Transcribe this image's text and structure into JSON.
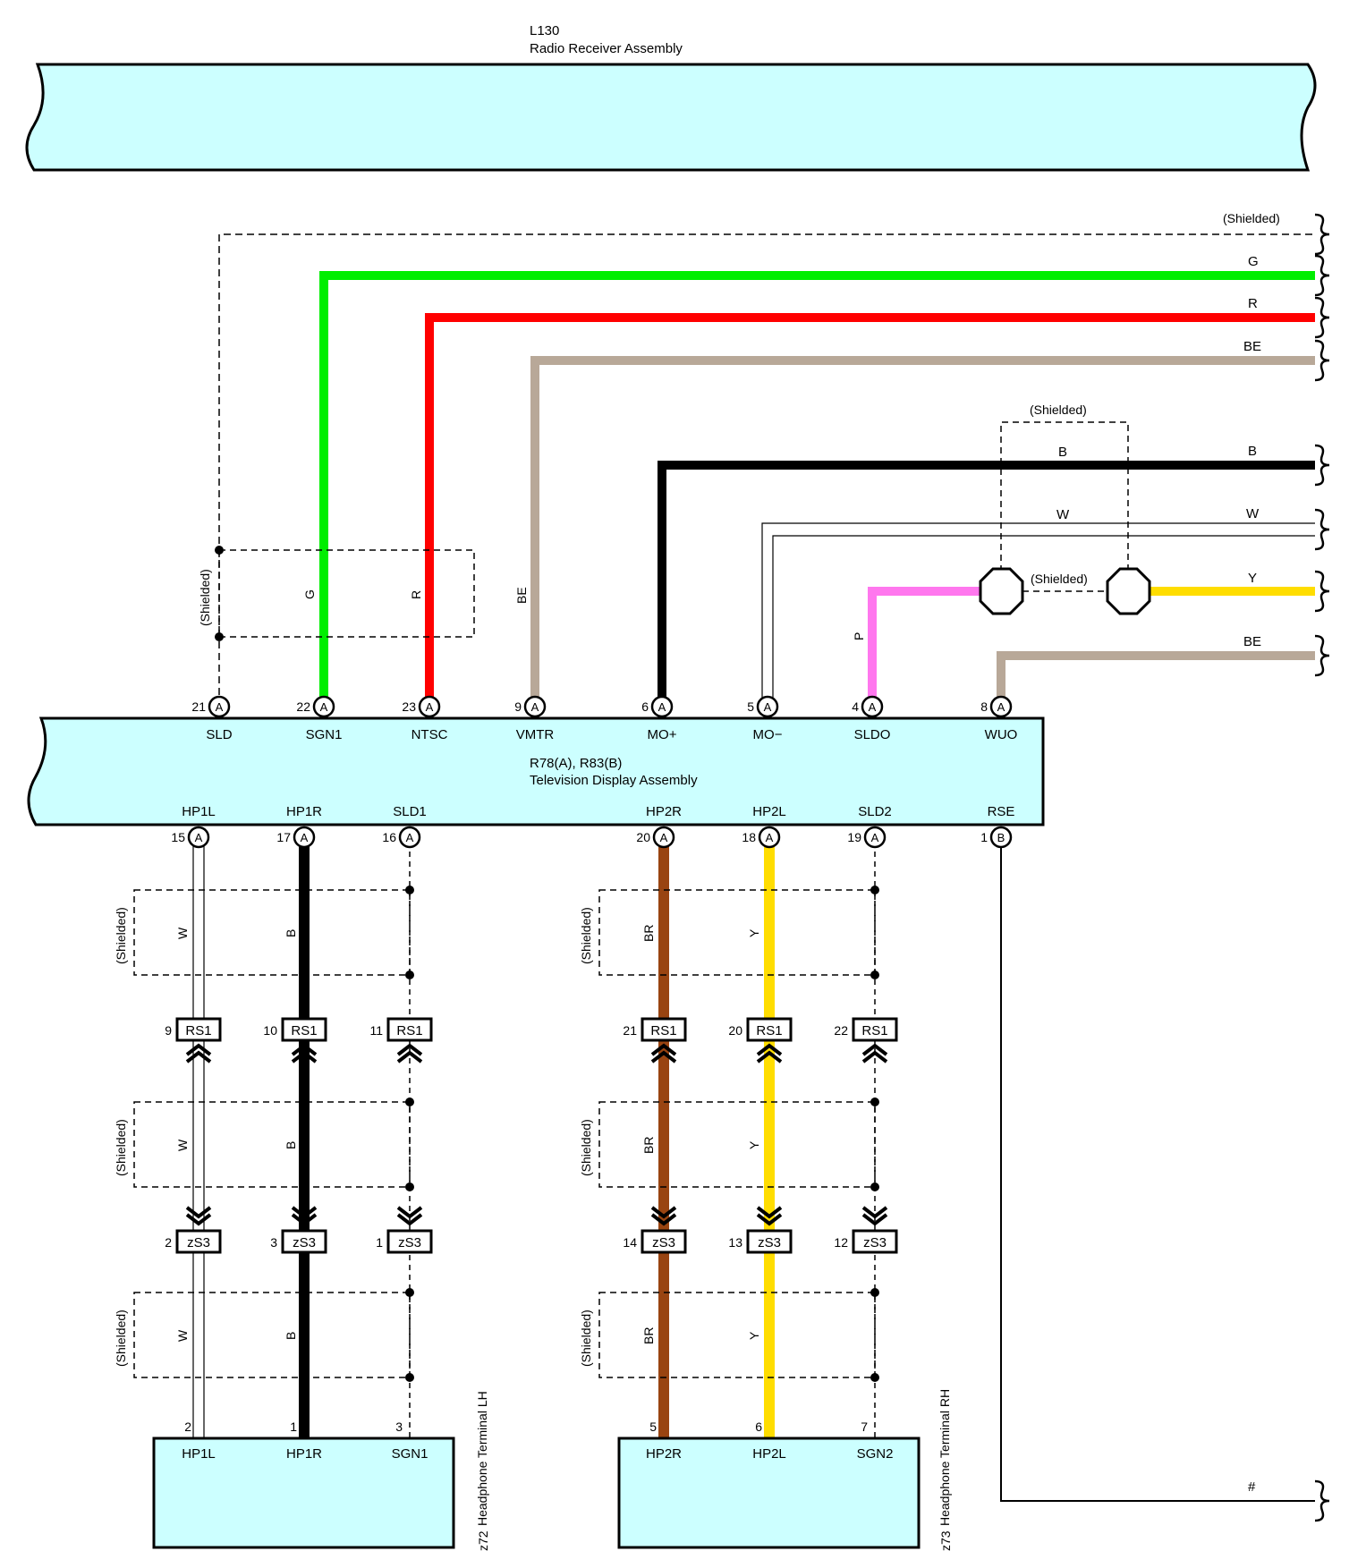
{
  "radio": {
    "code": "L130",
    "name": "Radio Receiver Assembly"
  },
  "tv": {
    "code": "R78(A), R83(B)",
    "name": "Television Display Assembly"
  },
  "headphone_lh": {
    "code": "z72",
    "name": "Headphone Terminal LH"
  },
  "headphone_rh": {
    "code": "z73",
    "name": "Headphone Terminal RH"
  },
  "shielded_label": "(Shielded)",
  "tv_top_pins": [
    {
      "num": "21",
      "conn": "A",
      "name": "SLD"
    },
    {
      "num": "22",
      "conn": "A",
      "name": "SGN1"
    },
    {
      "num": "23",
      "conn": "A",
      "name": "NTSC"
    },
    {
      "num": "9",
      "conn": "A",
      "name": "VMTR"
    },
    {
      "num": "6",
      "conn": "A",
      "name": "MO+"
    },
    {
      "num": "5",
      "conn": "A",
      "name": "MO−"
    },
    {
      "num": "4",
      "conn": "A",
      "name": "SLDO"
    },
    {
      "num": "8",
      "conn": "A",
      "name": "WUO"
    }
  ],
  "tv_bottom_pins": [
    {
      "num": "15",
      "conn": "A",
      "name": "HP1L"
    },
    {
      "num": "17",
      "conn": "A",
      "name": "HP1R"
    },
    {
      "num": "16",
      "conn": "A",
      "name": "SLD1"
    },
    {
      "num": "20",
      "conn": "A",
      "name": "HP2R"
    },
    {
      "num": "18",
      "conn": "A",
      "name": "HP2L"
    },
    {
      "num": "19",
      "conn": "A",
      "name": "SLD2"
    },
    {
      "num": "1",
      "conn": "B",
      "name": "RSE"
    }
  ],
  "right_wire_labels": [
    "G",
    "R",
    "BE",
    "B",
    "W",
    "Y",
    "BE",
    "#"
  ],
  "mid_wire_labels": {
    "b": "B",
    "w": "W"
  },
  "vertical_wire_labels": {
    "sgn1": "G",
    "ntsc": "R",
    "vmtr": "BE",
    "sldo": "P"
  },
  "rs1": {
    "label": "RS1",
    "pins": [
      "9",
      "10",
      "11",
      "21",
      "20",
      "22"
    ]
  },
  "zs3": {
    "label": "zS3",
    "pins": [
      "2",
      "3",
      "1",
      "14",
      "13",
      "12"
    ]
  },
  "lower_wire_colors": [
    "W",
    "B",
    "BR",
    "Y"
  ],
  "lh_pins": [
    {
      "num": "2",
      "name": "HP1L"
    },
    {
      "num": "1",
      "name": "HP1R"
    },
    {
      "num": "3",
      "name": "SGN1"
    }
  ],
  "rh_pins": [
    {
      "num": "5",
      "name": "HP2R"
    },
    {
      "num": "6",
      "name": "HP2L"
    },
    {
      "num": "7",
      "name": "SGN2"
    }
  ],
  "colors": {
    "box_fill": "#ccffff",
    "green": "#00ee00",
    "red": "#ff0000",
    "beige": "#b8a898",
    "black": "#000000",
    "pink": "#ff77ee",
    "yellow": "#ffdd00",
    "brown": "#994411"
  }
}
